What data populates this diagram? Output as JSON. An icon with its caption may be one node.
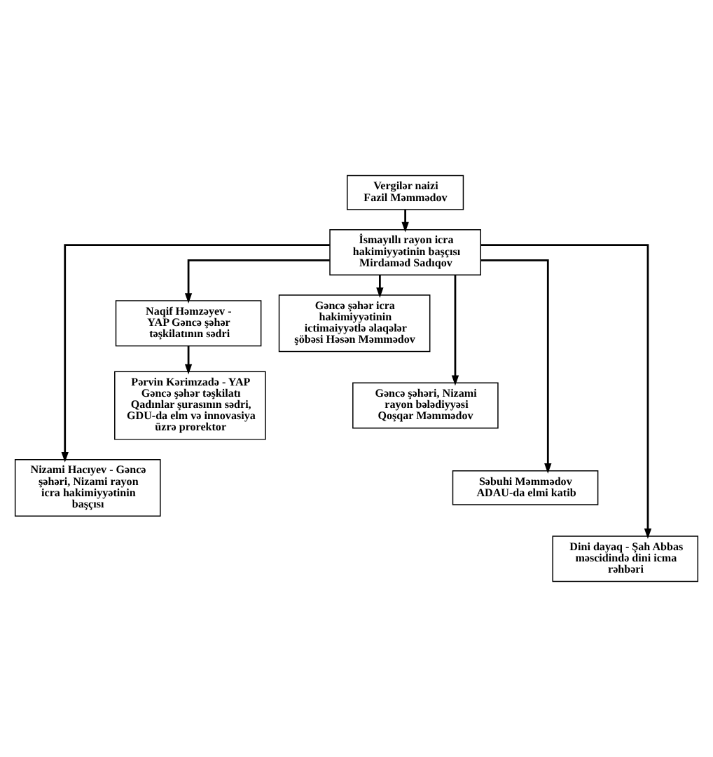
{
  "diagram": {
    "nodes": [
      {
        "text": [
          "Vergilər naizi Fazil Məmmədov"
        ]
      },
      {
        "text": [
          "İsmayıllı rayon icra hakimiyyətinin başçısı Mirdaməd Sadıqov"
        ]
      },
      {
        "text": [
          "Naqif Həmzəyev - YAP Gəncə şəhər təşkilatının sədri"
        ]
      },
      {
        "text": [
          "Gəncə şəhər icra hakimiyyətinin ictimaiyyətlə əlaqələr şöbəsi Həsən Məmmədov"
        ]
      },
      {
        "text": [
          "Pərvin Kərimzadə - YAP Gəncə şəhər təşkilatı Qadınlar şurasının sədri, GDU-da elm və innovasiya üzrə prorektor"
        ]
      },
      {
        "text": [
          "Gəncə şəhəri, Nizami rayon bələdiyyəsi Qoşqar Məmmədov"
        ]
      },
      {
        "text": [
          "Səbuhi Məmmədov ADAU-da elmi katib"
        ]
      },
      {
        "text": [
          "Nizami Hacıyev - Gəncə şəhəri, Nizami rayon icra hakimiyyətinin başçısı"
        ]
      },
      {
        "text": [
          "Dini dayaq - Şah Abbas məscidində dini icma rəhbəri"
        ]
      }
    ],
    "edges": [
      {
        "from": 0,
        "to": 1,
        "arrow": "to"
      },
      {
        "from": 1,
        "to": 7,
        "arrow": "to"
      },
      {
        "from": 1,
        "to": 2,
        "arrow": "to"
      },
      {
        "from": 2,
        "to": 4,
        "arrow": "to"
      },
      {
        "from": 1,
        "to": 3,
        "arrow": "to"
      },
      {
        "from": 1,
        "to": 5,
        "arrow": "to"
      },
      {
        "from": 1,
        "to": 6,
        "arrow": "to"
      },
      {
        "from": 1,
        "to": 8,
        "arrow": "to"
      }
    ]
  }
}
